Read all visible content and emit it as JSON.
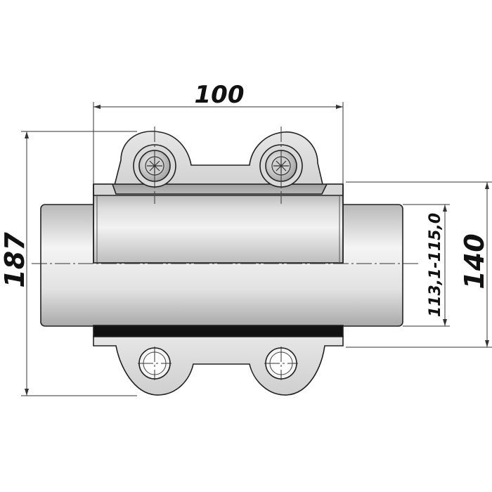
{
  "drawing": {
    "dimensions": {
      "overall_length": "100",
      "overall_height": "187",
      "body_height": "140",
      "pipe_range": "113,1-115,0"
    }
  },
  "colors": {
    "line": "#222222",
    "body_metal": "#c9c9c9",
    "gasket": "#111111"
  },
  "icons": [
    "bolt-head-icon",
    "bolt-hole-icon"
  ]
}
